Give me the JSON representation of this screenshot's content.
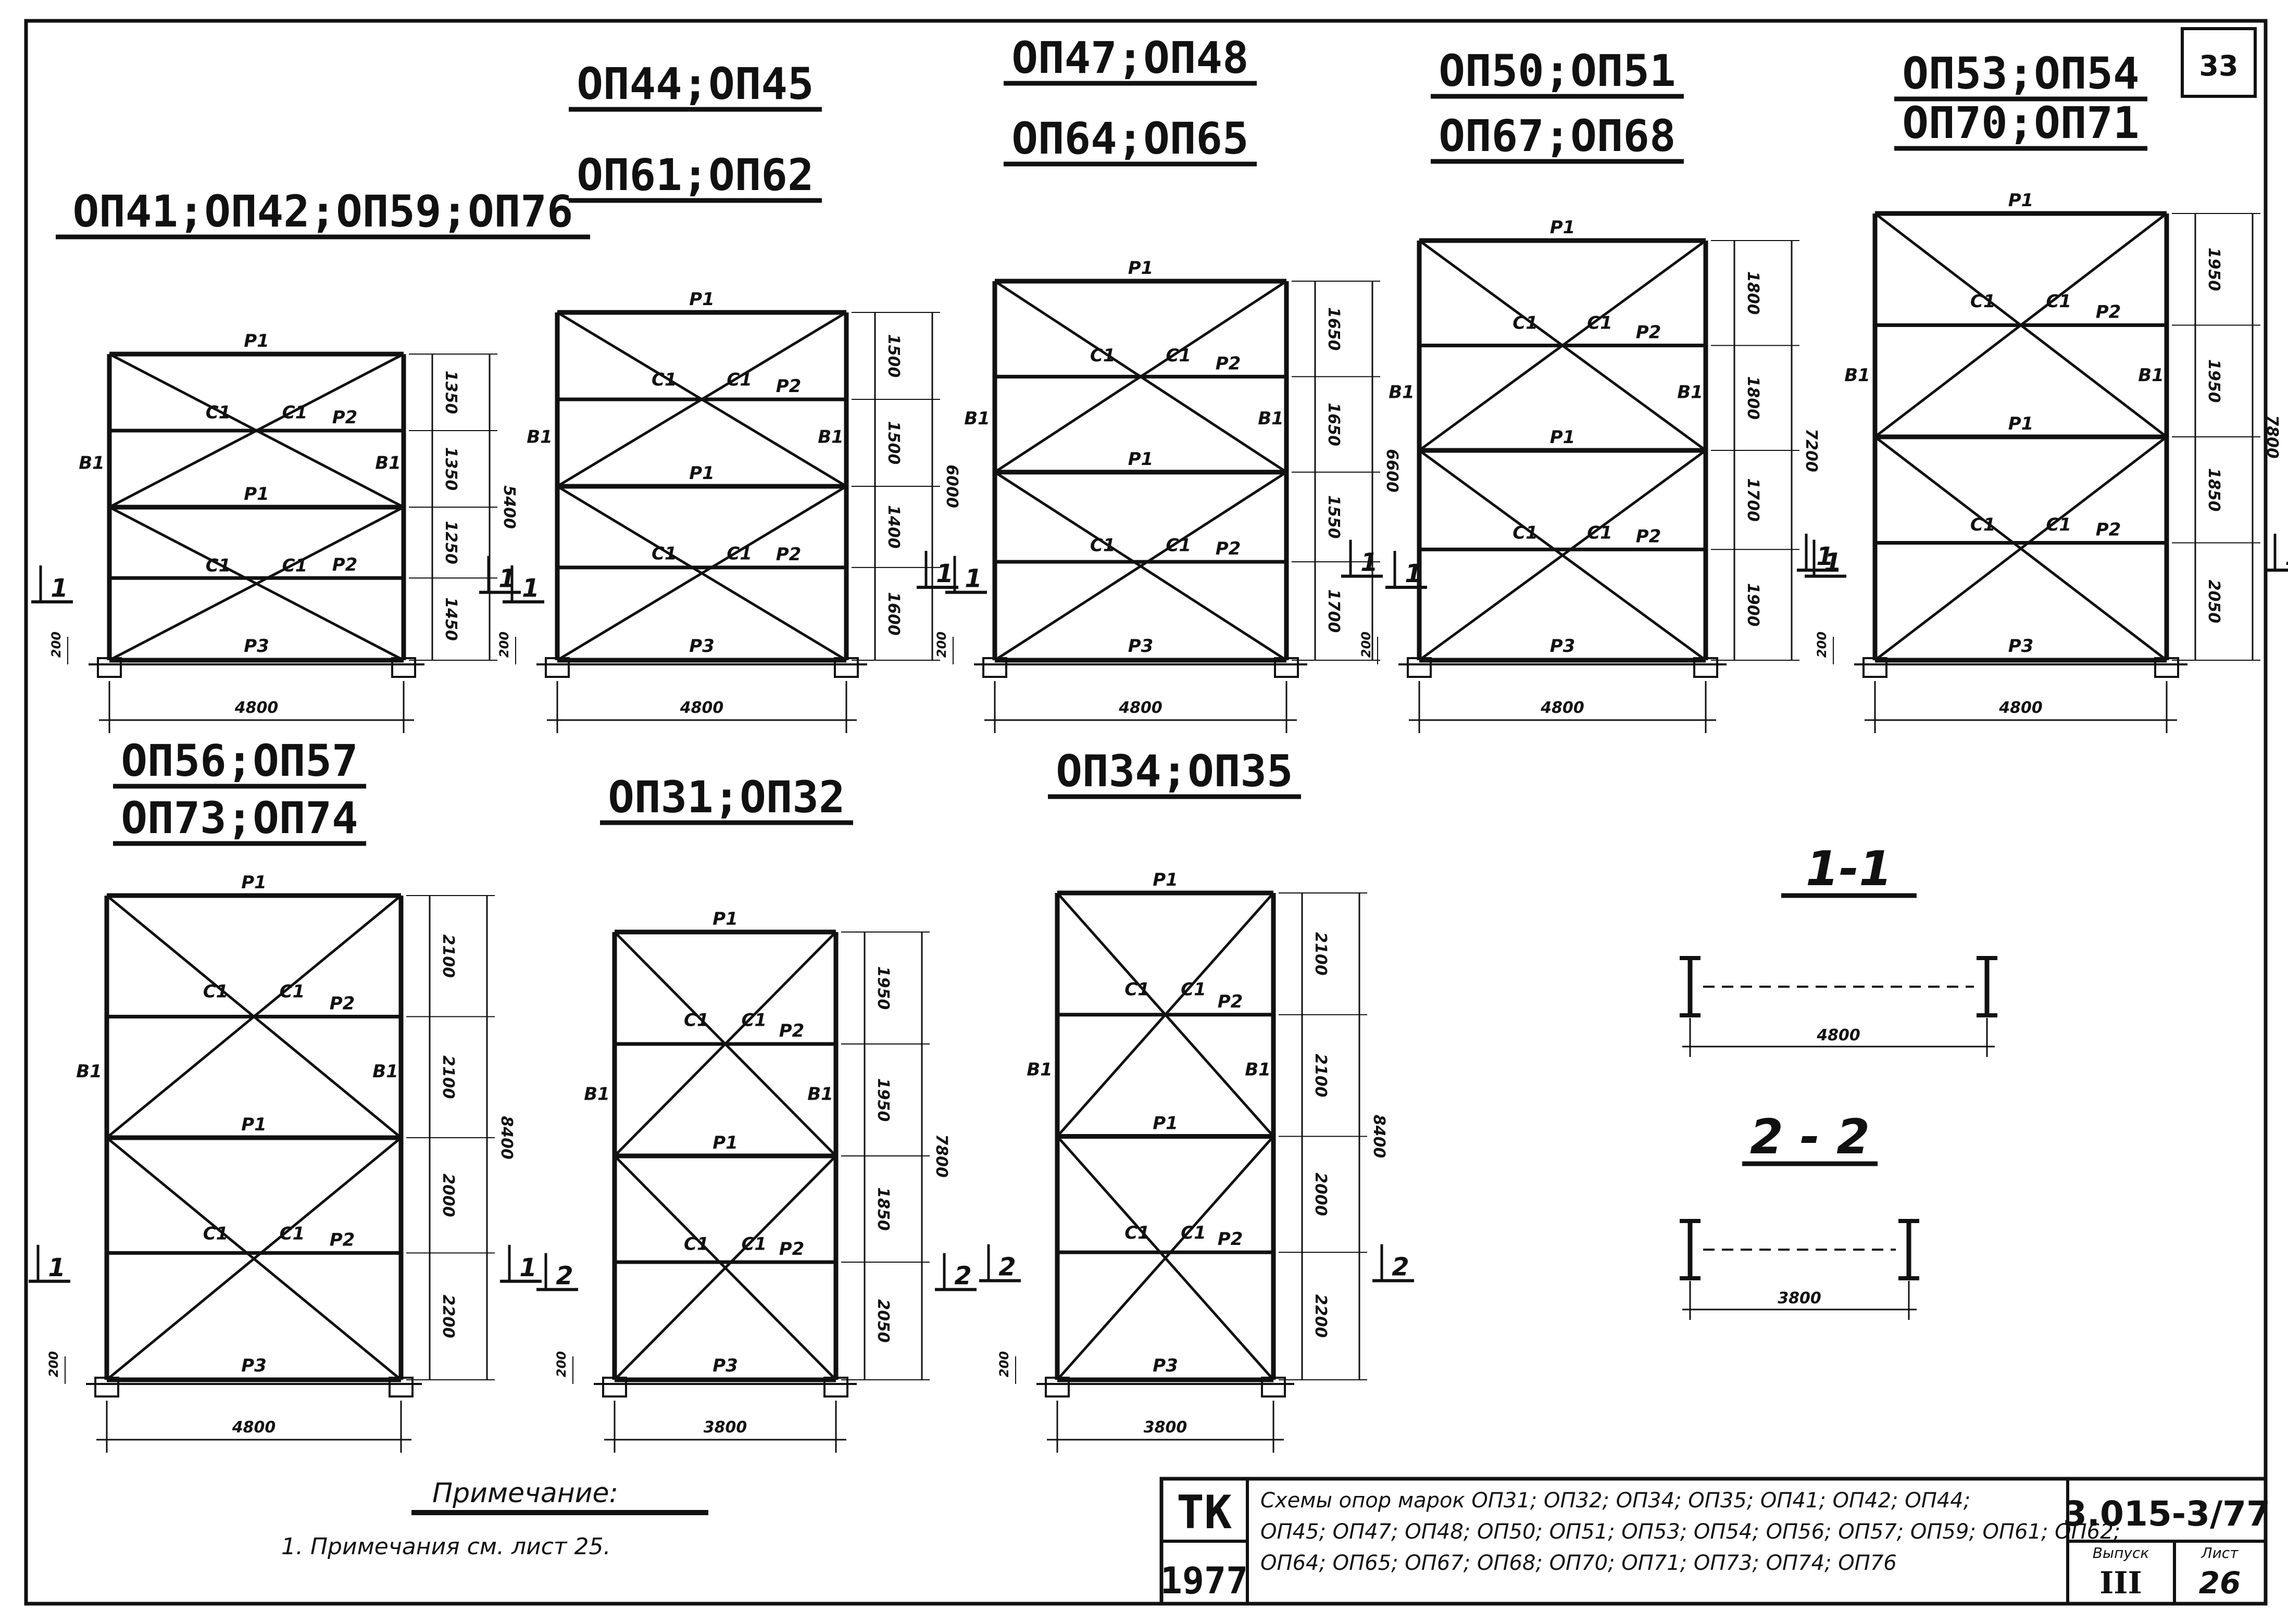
{
  "sheet_number": "33",
  "frames": [
    {
      "title_lines": [
        "ОП41;ОП42;ОП59;ОП76"
      ],
      "width": "4800",
      "total_height": "5400",
      "panels": [
        "1350",
        "1350",
        "1250",
        "1450"
      ],
      "base_dim": "200",
      "section": "1"
    },
    {
      "title_lines": [
        "ОП44;ОП45",
        "ОП61;ОП62"
      ],
      "width": "4800",
      "total_height": "6000",
      "panels": [
        "1500",
        "1500",
        "1400",
        "1600"
      ],
      "base_dim": "200",
      "section": "1"
    },
    {
      "title_lines": [
        "ОП47;ОП48",
        "ОП64;ОП65"
      ],
      "width": "4800",
      "total_height": "6600",
      "panels": [
        "1650",
        "1650",
        "1550",
        "1700"
      ],
      "base_dim": "200",
      "section": "1"
    },
    {
      "title_lines": [
        "ОП50;ОП51",
        "ОП67;ОП68"
      ],
      "width": "4800",
      "total_height": "7200",
      "panels": [
        "1800",
        "1800",
        "1700",
        "1900"
      ],
      "base_dim": "200",
      "section": "1"
    },
    {
      "title_lines": [
        "ОП53;ОП54",
        "ОП70;ОП71"
      ],
      "width": "4800",
      "total_height": "7800",
      "panels": [
        "1950",
        "1950",
        "1850",
        "2050"
      ],
      "base_dim": "200",
      "section": "1"
    },
    {
      "title_lines": [
        "ОП56;ОП57",
        "ОП73;ОП74"
      ],
      "width": "4800",
      "total_height": "8400",
      "panels": [
        "2100",
        "2100",
        "2000",
        "2200"
      ],
      "base_dim": "200",
      "section": "1"
    },
    {
      "title_lines": [
        "ОП31;ОП32"
      ],
      "width": "3800",
      "total_height": "7800",
      "panels": [
        "1950",
        "1950",
        "1850",
        "2050"
      ],
      "base_dim": "200",
      "section": "2"
    },
    {
      "title_lines": [
        "ОП34;ОП35"
      ],
      "width": "3800",
      "total_height": "8400",
      "panels": [
        "2100",
        "2100",
        "2000",
        "2200"
      ],
      "base_dim": "200",
      "section": "2"
    }
  ],
  "member_labels": {
    "top": "Р1",
    "mid": "Р1",
    "strut": "Р2",
    "bottom": "Р3",
    "column": "В1",
    "brace": "С1"
  },
  "sections": [
    {
      "title": "1-1",
      "dim": "4800"
    },
    {
      "title": "2 - 2",
      "dim": "3800"
    }
  ],
  "note": {
    "heading": "Примечание:",
    "text": "1. Примечания   см. лист 25."
  },
  "title_block": {
    "org": "ТК",
    "year": "1977",
    "desc_lines": [
      "Схемы  опор  марок   ОП31; ОП32; ОП34; ОП35; ОП41; ОП42; ОП44;",
      "ОП45; ОП47; ОП48; ОП50; ОП51; ОП53; ОП54; ОП56; ОП57; ОП59; ОП61; ОП62;",
      "ОП64; ОП65; ОП67; ОП68; ОП70; ОП71; ОП73; ОП74; ОП76"
    ],
    "code": "3.015-3/77",
    "issue_label": "Выпуск",
    "issue": "III",
    "sheet_label": "Лист",
    "sheet": "26"
  }
}
